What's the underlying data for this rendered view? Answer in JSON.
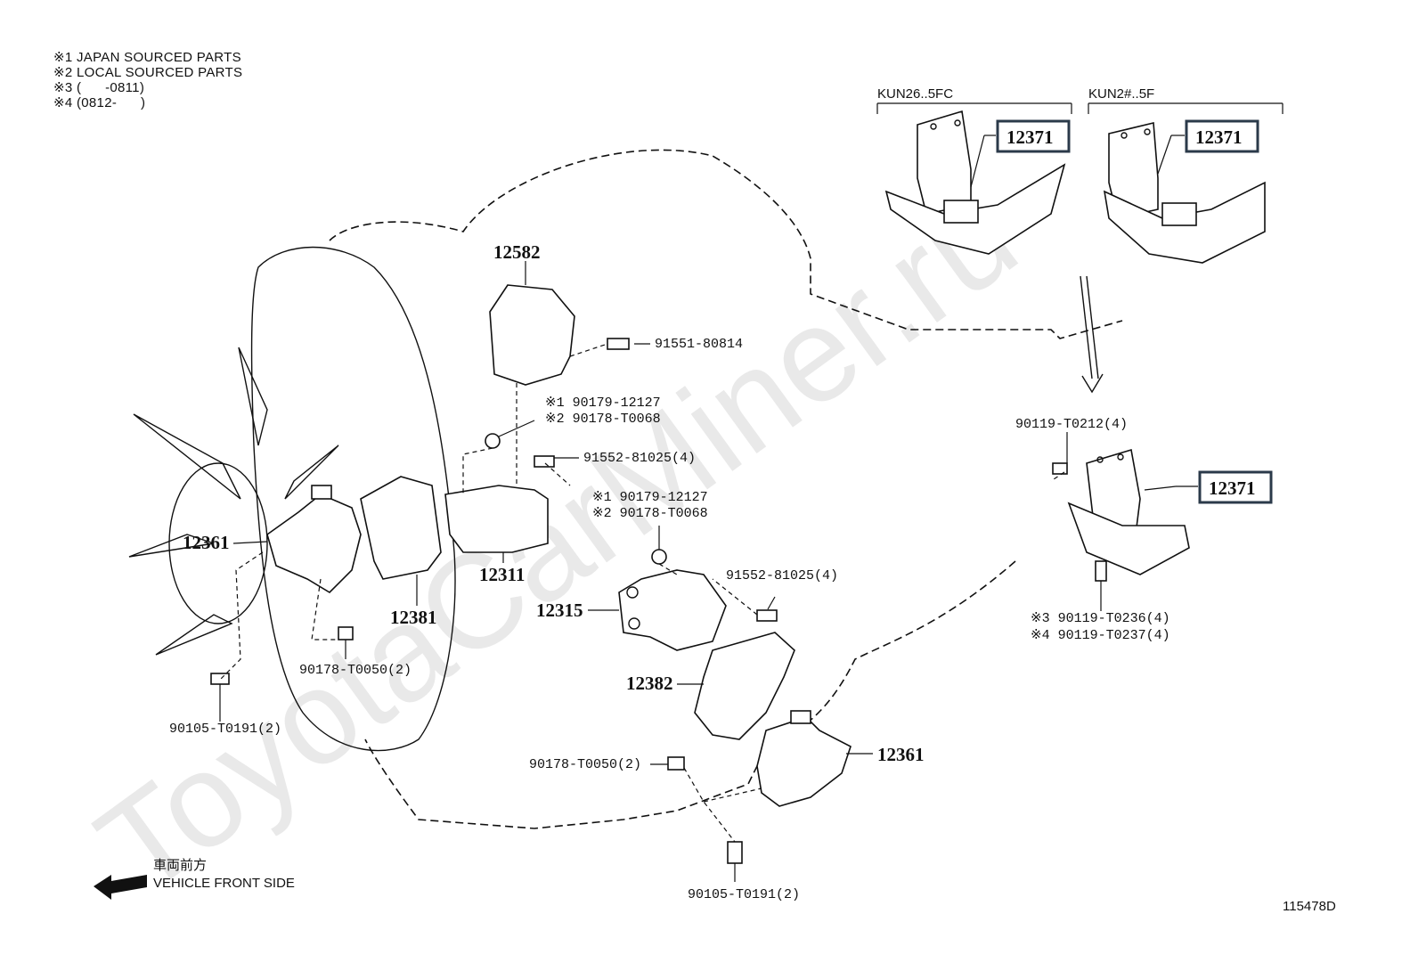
{
  "notes": {
    "n1": "※1 JAPAN SOURCED PARTS",
    "n2": "※2 LOCAL SOURCED PARTS",
    "n3": "※3 (      -0811)",
    "n4": "※4 (0812-      )"
  },
  "variants": {
    "left_label": "KUN26..5FC",
    "right_label": "KUN2#..5F"
  },
  "parts": {
    "p12371_a": "12371",
    "p12371_b": "12371",
    "p12371_c": "12371",
    "p12582": "12582",
    "p91551": "91551-80814",
    "p90179_a": "※1 90179-12127",
    "p90178_a": "※2 90178-T0068",
    "p91552_a": "91552-81025(4)",
    "p90179_b": "※1 90179-12127",
    "p90178_b": "※2 90178-T0068",
    "p91552_b": "91552-81025(4)",
    "p12361_left": "12361",
    "p12311": "12311",
    "p12381": "12381",
    "p12315": "12315",
    "p12382": "12382",
    "p12361_right": "12361",
    "p90119_top": "90119-T0212(4)",
    "p90119_3": "※3 90119-T0236(4)",
    "p90119_4": "※4 90119-T0237(4)",
    "p90178_left": "90178-T0050(2)",
    "p90105_left": "90105-T0191(2)",
    "p90178_bottom": "90178-T0050(2)",
    "p90105_bottom": "90105-T0191(2)"
  },
  "direction": {
    "japanese": "車両前方",
    "english": "VEHICLE FRONT SIDE"
  },
  "diagram_id": "115478D",
  "watermark": "ToyotaCarMiner.ru"
}
